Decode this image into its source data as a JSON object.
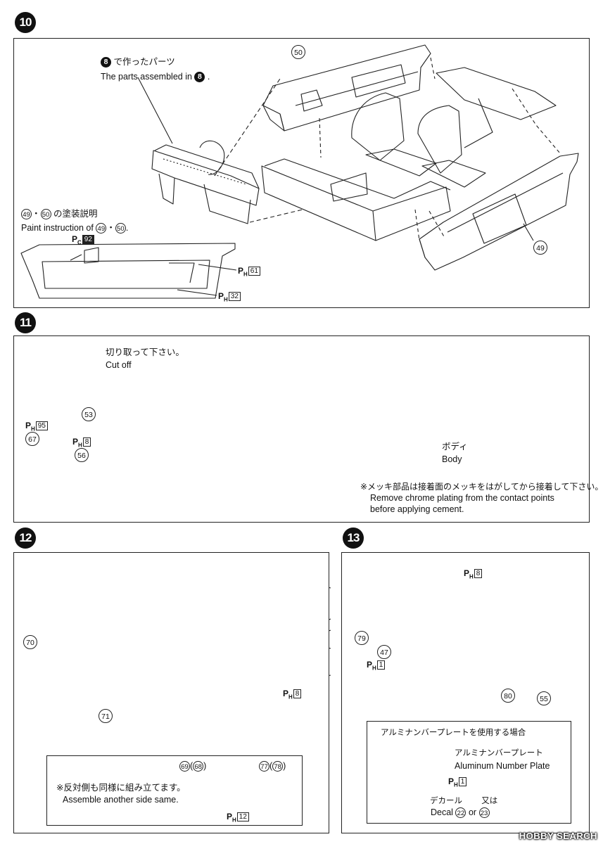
{
  "step10": {
    "number": "10",
    "note_jp": "で作ったパーツ",
    "note_en": "The parts assembled in",
    "note_ref": "8",
    "note_end": ".",
    "paint_title_jp": "の塗装説明",
    "paint_title_en": "Paint instruction of",
    "paint_refs": [
      "49",
      "50"
    ],
    "paint_sep": "・",
    "paint_codes": [
      {
        "prefix": "P",
        "sub": "C",
        "code": "92"
      },
      {
        "prefix": "P",
        "sub": "H",
        "code": "61"
      },
      {
        "prefix": "P",
        "sub": "H",
        "code": "32"
      }
    ],
    "parts": [
      "50",
      "49"
    ]
  },
  "step11": {
    "number": "11",
    "cutoff_jp": "切り取って下さい。",
    "cutoff_en": "Cut off",
    "body_jp": "ボディ",
    "body_en": "Body",
    "chrome_note_jp": "※メッキ部品は接着面のメッキをはがしてから接着して下さい。",
    "chrome_note_en1": "Remove chrome plating from the contact points",
    "chrome_note_en2": "before applying cement.",
    "parts": [
      "53",
      "67",
      "56"
    ],
    "paint_codes": [
      {
        "prefix": "P",
        "sub": "H",
        "code": "95"
      },
      {
        "prefix": "P",
        "sub": "H",
        "code": "8"
      }
    ]
  },
  "step12": {
    "number": "12",
    "parts": [
      "70",
      "71"
    ],
    "paint_codes": [
      {
        "prefix": "P",
        "sub": "H",
        "code": "8"
      },
      {
        "prefix": "P",
        "sub": "H",
        "code": "12"
      }
    ],
    "inset_note_jp": "※反対側も同様に組み立てます。",
    "inset_note_en": "Assemble another side same.",
    "inset_parts": [
      "69",
      "68",
      "77",
      "78"
    ]
  },
  "step13": {
    "number": "13",
    "parts": [
      "79",
      "47",
      "80",
      "55"
    ],
    "paint_codes": [
      {
        "prefix": "P",
        "sub": "H",
        "code": "8"
      },
      {
        "prefix": "P",
        "sub": "H",
        "code": "1"
      },
      {
        "prefix": "P",
        "sub": "H",
        "code": "1"
      }
    ],
    "inset_title_jp": "アルミナンバープレートを使用する場合",
    "plate_jp": "アルミナンバープレート",
    "plate_en": "Aluminum Number Plate",
    "decal_jp": "デカール",
    "decal_en": "Decal",
    "decal_refs": [
      "22",
      "23"
    ],
    "or_jp": "又は",
    "or_en": "or"
  },
  "watermark": "HOBBY SEARCH"
}
